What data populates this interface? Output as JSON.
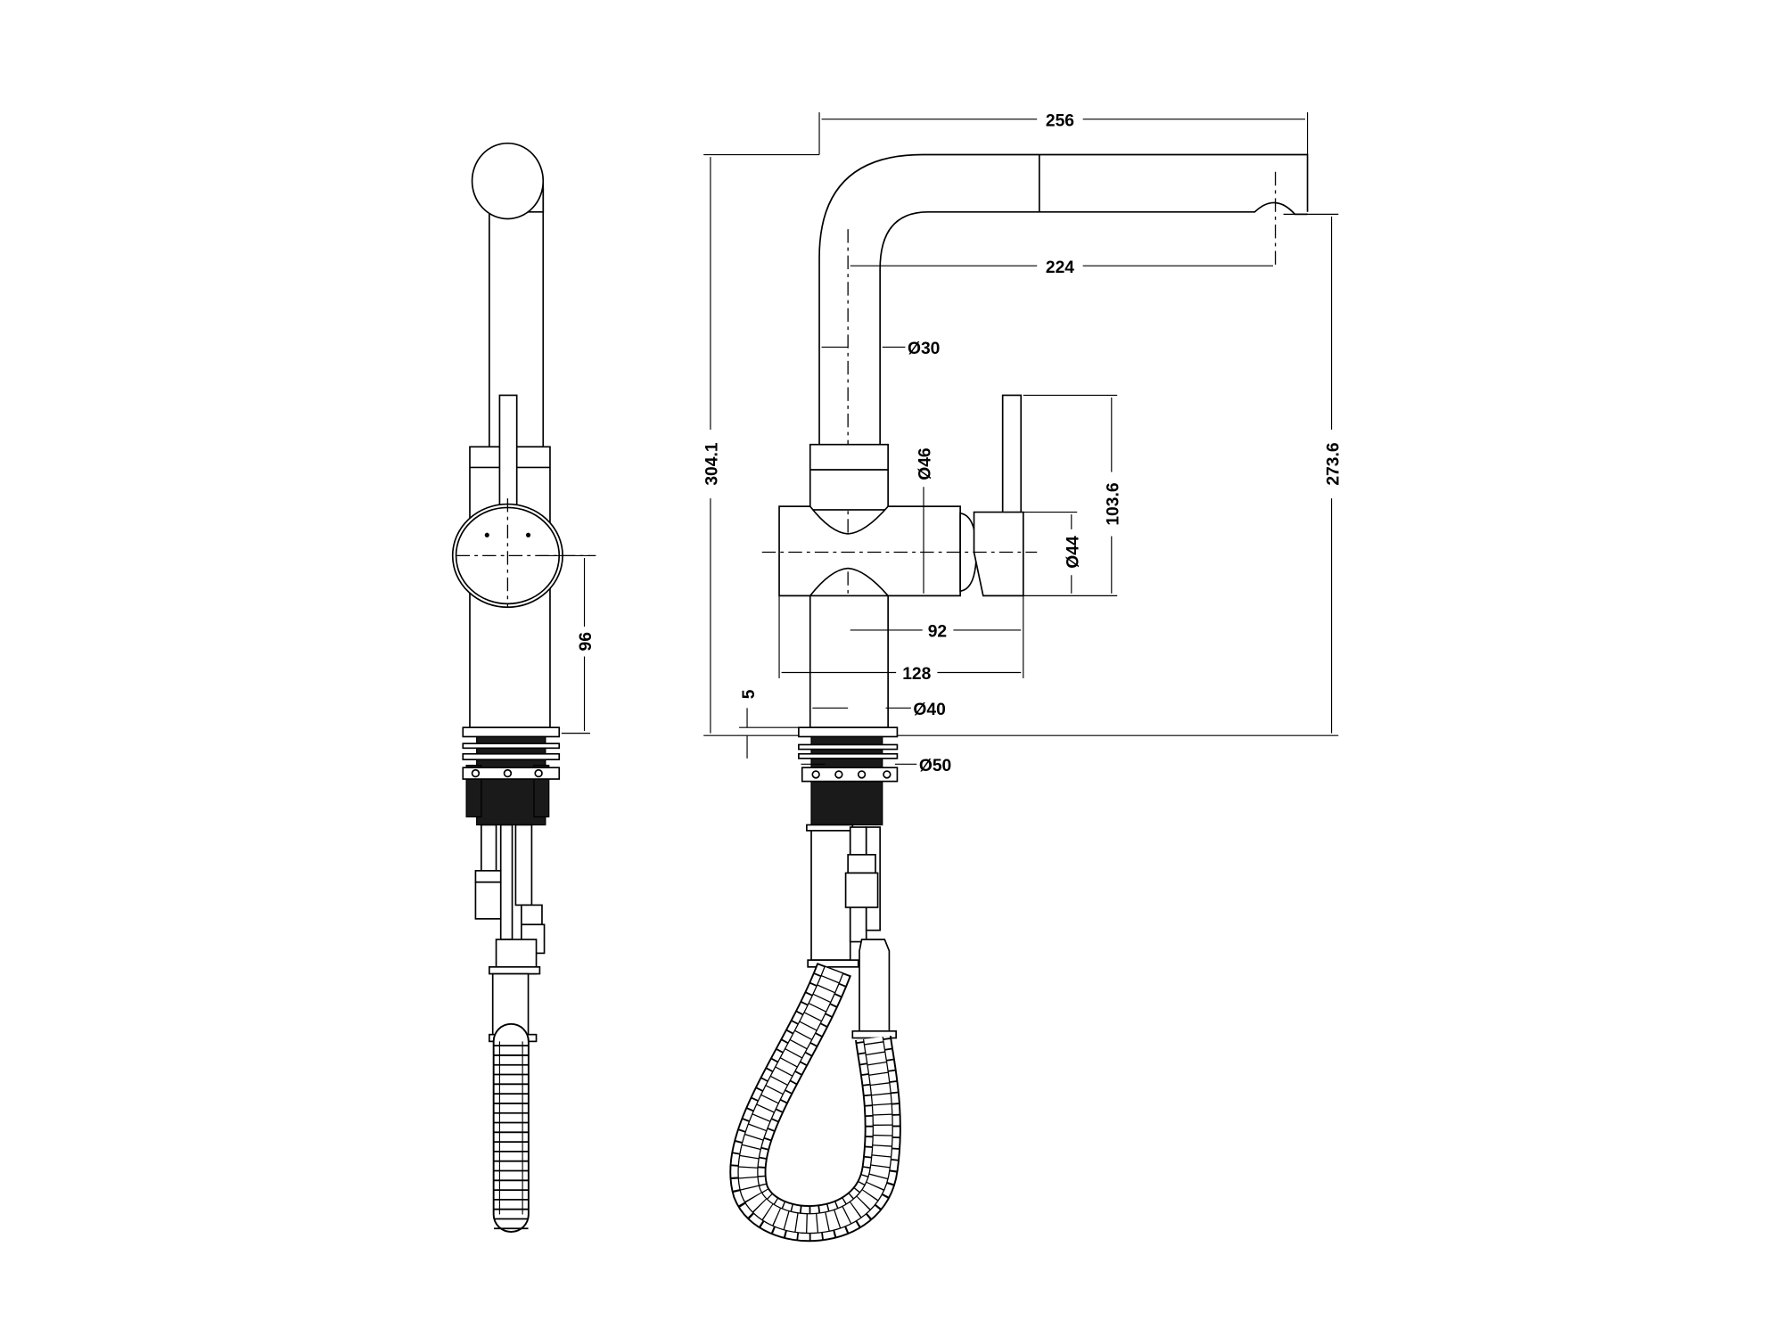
{
  "drawing": {
    "colors": {
      "line": "#000000",
      "background": "#ffffff"
    },
    "dimensions": {
      "overall_width": "256",
      "spout_reach": "224",
      "spout_diameter": "Ø30",
      "overall_height": "304.1",
      "spout_height": "273.6",
      "body_diameter": "Ø46",
      "lever_diameter": "Ø44",
      "lever_height": "103.6",
      "lever_offset": "92",
      "body_length": "128",
      "column_diameter": "Ø40",
      "base_thickness": "5",
      "base_diameter": "Ø50",
      "handle_center_height": "96"
    }
  }
}
